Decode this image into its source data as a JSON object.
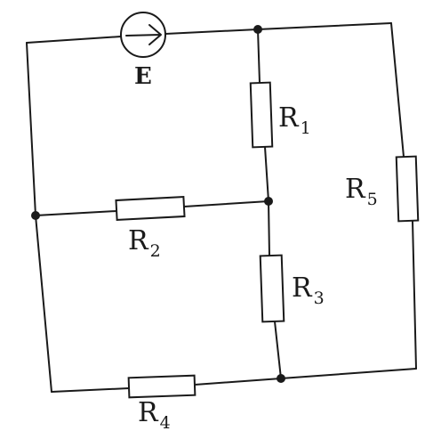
{
  "source": {
    "label": "E"
  },
  "resistors": [
    {
      "letter": "R",
      "sub": "1"
    },
    {
      "letter": "R",
      "sub": "2"
    },
    {
      "letter": "R",
      "sub": "3"
    },
    {
      "letter": "R",
      "sub": "4"
    },
    {
      "letter": "R",
      "sub": "5"
    }
  ]
}
